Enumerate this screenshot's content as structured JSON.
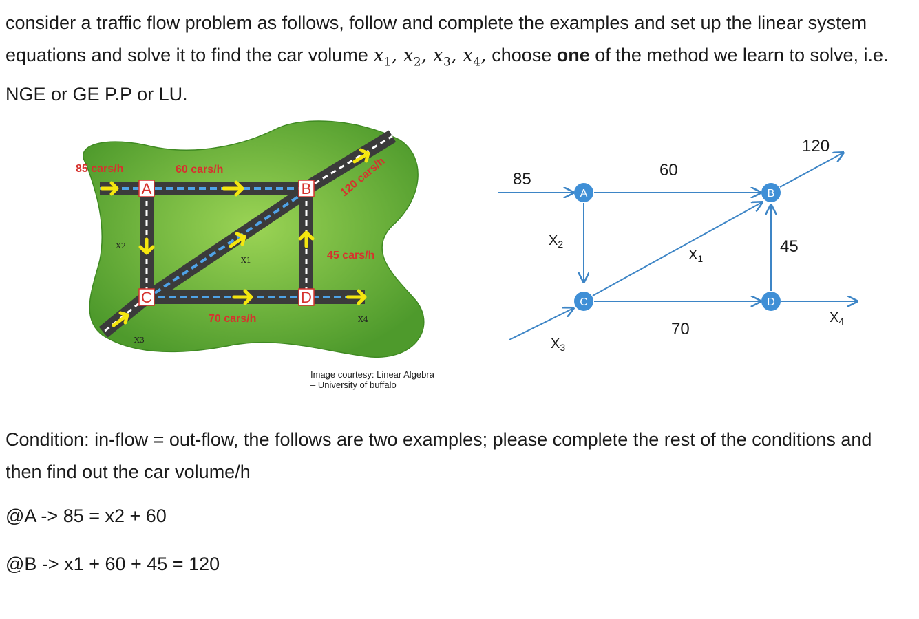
{
  "intro": {
    "part1": "consider a traffic flow problem as follows, follow and complete the examples and set up the linear system equations and solve it to find the car volume ",
    "vars": [
      {
        "base": "x",
        "sub": "1",
        "sep": ", "
      },
      {
        "base": "x",
        "sub": "2",
        "sep": ", "
      },
      {
        "base": "x",
        "sub": "3",
        "sep": ", "
      },
      {
        "base": "x",
        "sub": "4",
        "sep": ","
      }
    ],
    "part2": "  choose ",
    "bold_word": "one",
    "part3": " of the method we learn to solve, i.e. NGE or GE P.P or LU."
  },
  "left_figure": {
    "flow_85": "85 cars/h",
    "flow_60": "60 cars/h",
    "flow_120": "120 cars/h",
    "flow_45": "45 cars/h",
    "flow_70": "70 cars/h",
    "node_a": "A",
    "node_b": "B",
    "node_c": "C",
    "node_d": "D",
    "x1": "X1",
    "x2": "X2",
    "x3": "X3",
    "x4": "X4",
    "courtesy_line1": "Image courtesy: Linear Algebra",
    "courtesy_line2": "– University of buffalo"
  },
  "right_figure": {
    "in_85": "85",
    "ab_60": "60",
    "out_120": "120",
    "db_45": "45",
    "cd_70": "70",
    "x1": "X",
    "x1_sub": "1",
    "x2": "X",
    "x2_sub": "2",
    "x3": "X",
    "x3_sub": "3",
    "x4": "X",
    "x4_sub": "4",
    "node_a": "A",
    "node_b": "B",
    "node_c": "C",
    "node_d": "D"
  },
  "condition": "Condition: in-flow = out-flow, the follows are two examples; please complete the rest of the conditions and then find out the car volume/h",
  "equations": {
    "a": "@A -> 85 = x2 + 60",
    "b": "@B -> x1 + 60 + 45 = 120"
  },
  "colors": {
    "blob_green": "#7cc043",
    "road_dark": "#3b3b3b",
    "road_blue": "#3f8fd6",
    "arrow_yellow": "#f1e40e",
    "label_red": "#d6322e",
    "node_blue": "#3f8fd6",
    "line_blue": "#3d85c6"
  }
}
